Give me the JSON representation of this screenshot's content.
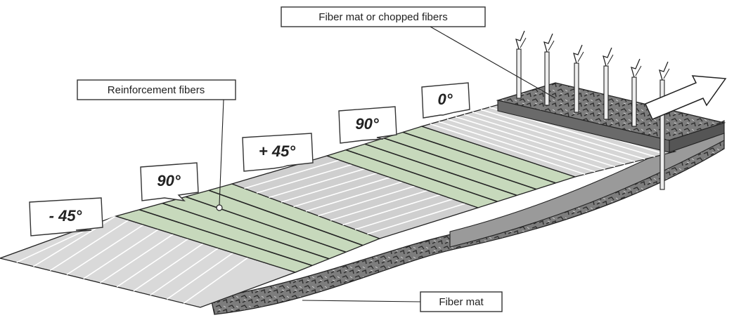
{
  "callouts": {
    "fiber_mat_or_chopped": "Fiber mat or chopped fibers",
    "reinforcement_fibers": "Reinforcement fibers",
    "fiber_mat": "Fiber mat"
  },
  "plies": [
    {
      "angle_label": "- 45°",
      "fill_color": "#d9d9d9"
    },
    {
      "angle_label": "90°",
      "fill_color": "#c7d9bc"
    },
    {
      "angle_label": "+ 45°",
      "fill_color": "#cfcfcf"
    },
    {
      "angle_label": "90°",
      "fill_color": "#c7d9bc"
    },
    {
      "angle_label": "0°",
      "fill_color": "#d6d6d6"
    }
  ],
  "colors": {
    "mat_texture": "#5a5a5a",
    "mat_base": "#8a8a8a",
    "outline": "#222222"
  },
  "icons": {
    "stitching_needles": "needle-icon",
    "feed_direction": "arrow-right-icon"
  }
}
